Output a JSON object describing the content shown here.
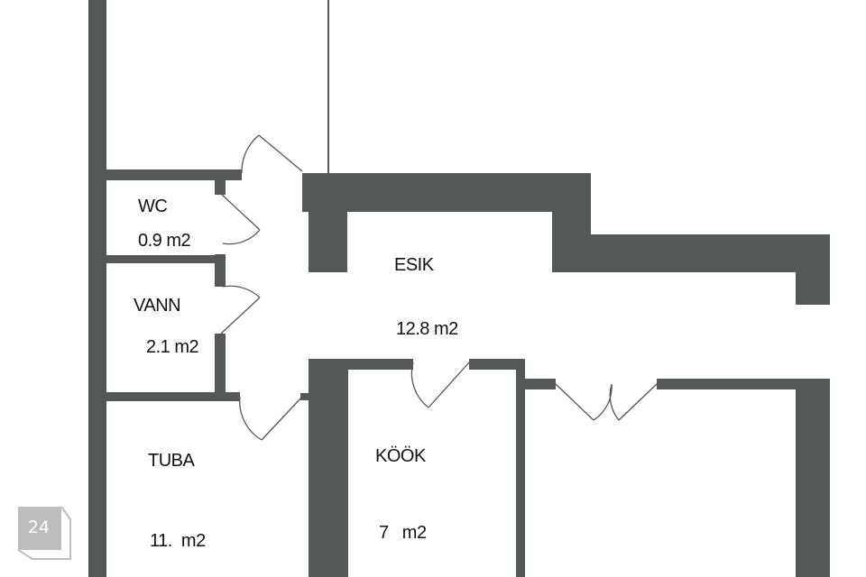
{
  "rooms": [
    {
      "name": "WC",
      "area": "0.9 m2"
    },
    {
      "name": "VANN",
      "area": "2.1 m2"
    },
    {
      "name": "ESIK",
      "area": "12.8 m2"
    },
    {
      "name": "TUBA",
      "area": "11.  m2"
    },
    {
      "name": "KÖÖK",
      "area": "7   m2"
    }
  ],
  "page_badge": "24",
  "colors": {
    "wall": "#545857",
    "badge": "#bdbdbd"
  }
}
